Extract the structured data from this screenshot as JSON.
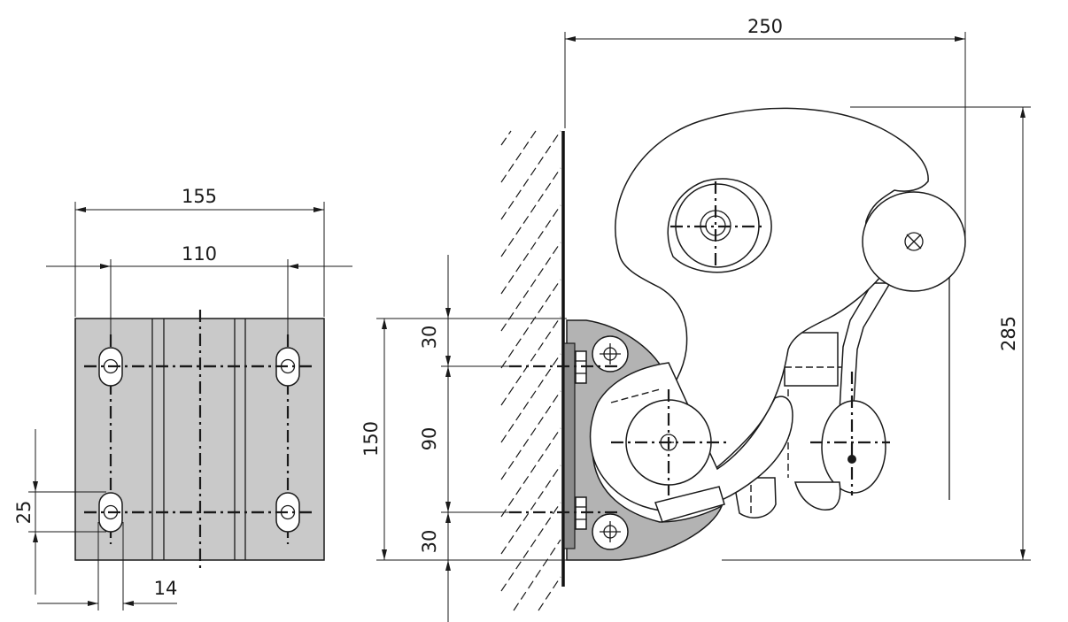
{
  "dimensions": {
    "plate_width": "155",
    "hole_spacing": "110",
    "slot_height": "25",
    "slot_width": "14",
    "overall_width": "250",
    "overall_height": "285",
    "mount_height": "150",
    "top_offset": "30",
    "bolt_spacing": "90",
    "bottom_offset": "30"
  },
  "colors": {
    "line": "#1a1a1a",
    "plate_fill": "#c9c9c9",
    "bracket_fill": "#b3b3b3"
  }
}
